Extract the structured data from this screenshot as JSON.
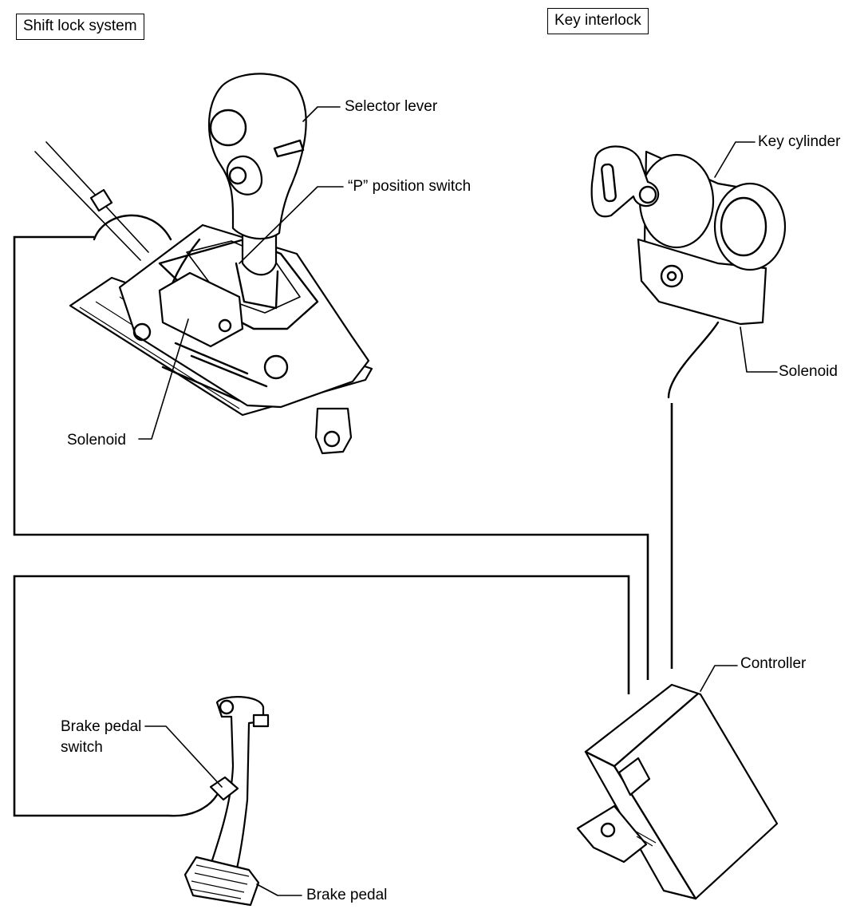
{
  "sections": {
    "shift_lock": "Shift lock system",
    "key_interlock": "Key interlock"
  },
  "labels": {
    "selector_lever": "Selector lever",
    "p_position_switch": "“P” position switch",
    "solenoid_shift": "Solenoid",
    "key_cylinder": "Key cylinder",
    "solenoid_key": "Solenoid",
    "controller": "Controller",
    "brake_pedal_switch_line1": "Brake pedal",
    "brake_pedal_switch_line2": "switch",
    "brake_pedal": "Brake pedal"
  }
}
